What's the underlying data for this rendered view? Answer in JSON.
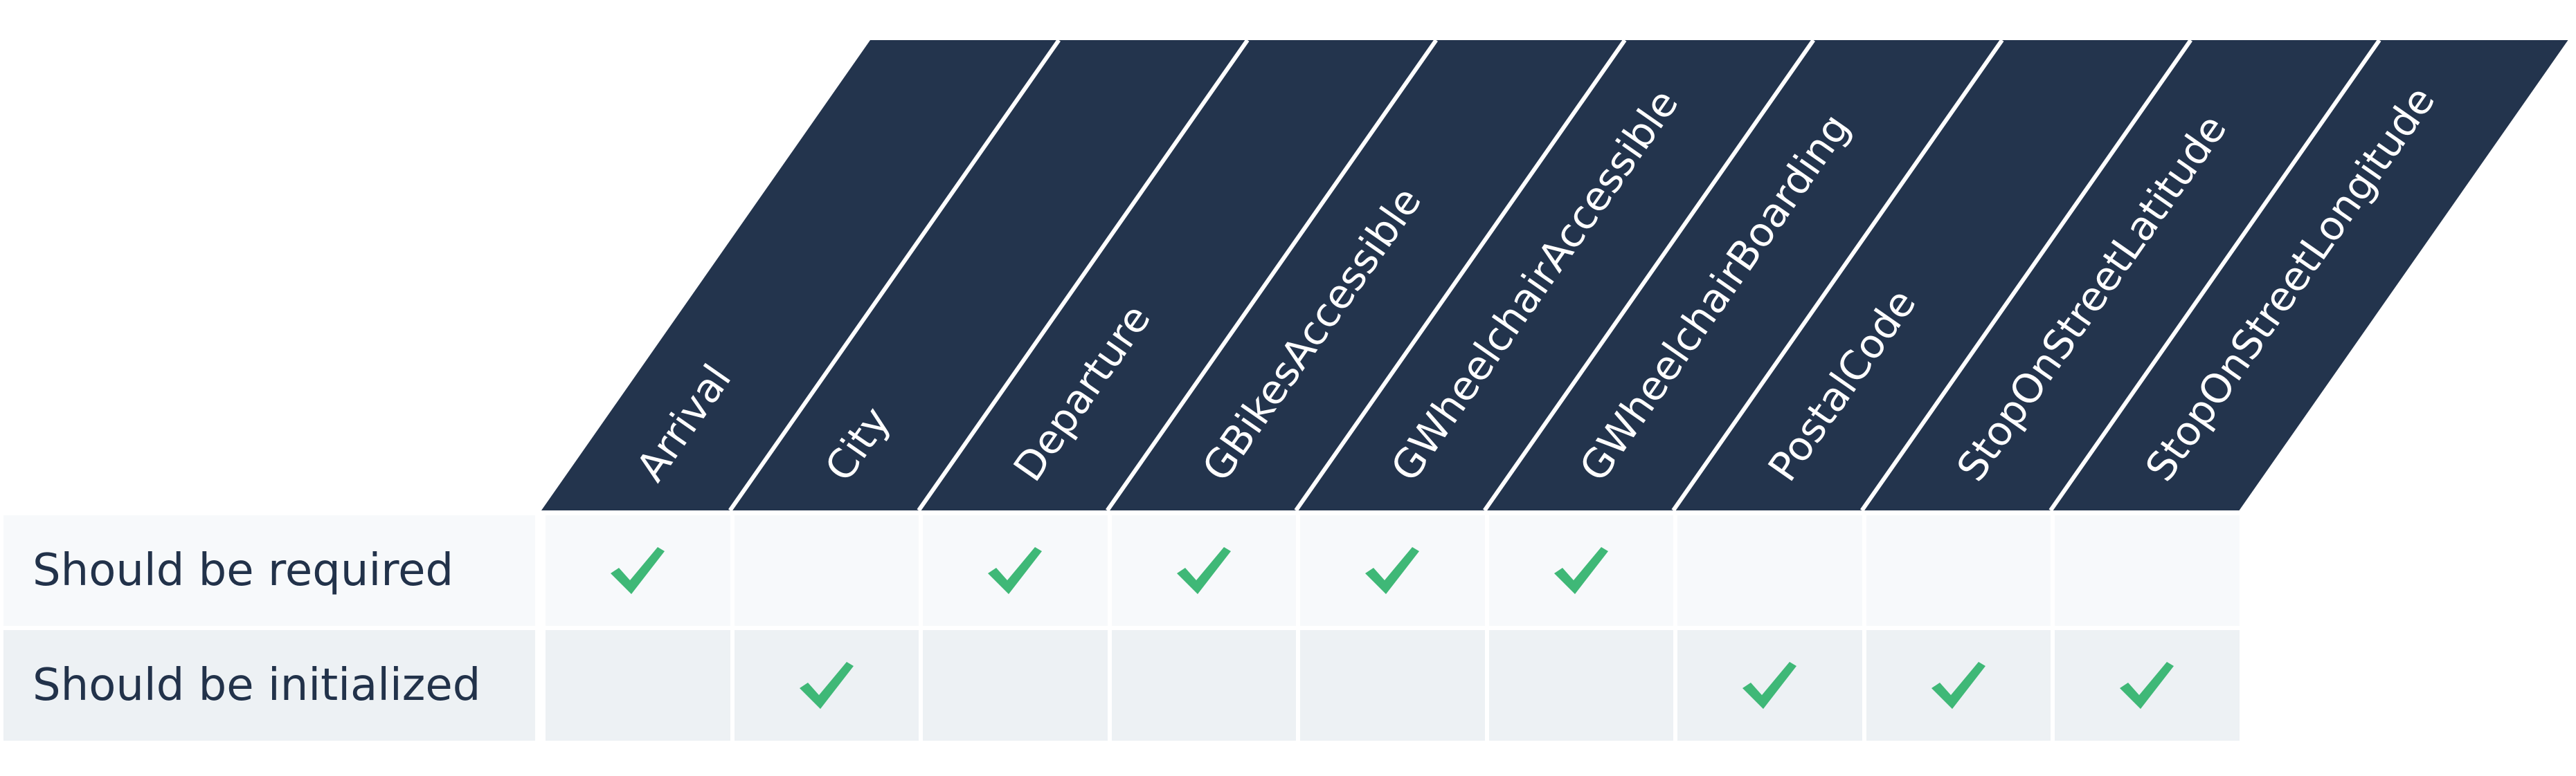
{
  "columns": [
    "Arrival",
    "City",
    "Departure",
    "GBikesAccessible",
    "GWheelchairAccessible",
    "GWheelchairBoarding",
    "PostalCode",
    "StopOnStreetLatitude",
    "StopOnStreetLongitude"
  ],
  "rows": [
    {
      "label": "Should be required",
      "checks": [
        true,
        false,
        true,
        true,
        true,
        true,
        false,
        false,
        false
      ]
    },
    {
      "label": "Should be initialized",
      "checks": [
        false,
        true,
        false,
        false,
        false,
        false,
        true,
        true,
        true
      ]
    }
  ],
  "colors": {
    "header_bg": "#23344d",
    "header_divider": "#ffffff",
    "row_1_bg": "#f7f9fb",
    "row_2_bg": "#edf1f4",
    "cell_border": "#ffffff",
    "text": "#22324a",
    "check": "#3fb877"
  },
  "icons": {
    "check": "check-icon"
  }
}
